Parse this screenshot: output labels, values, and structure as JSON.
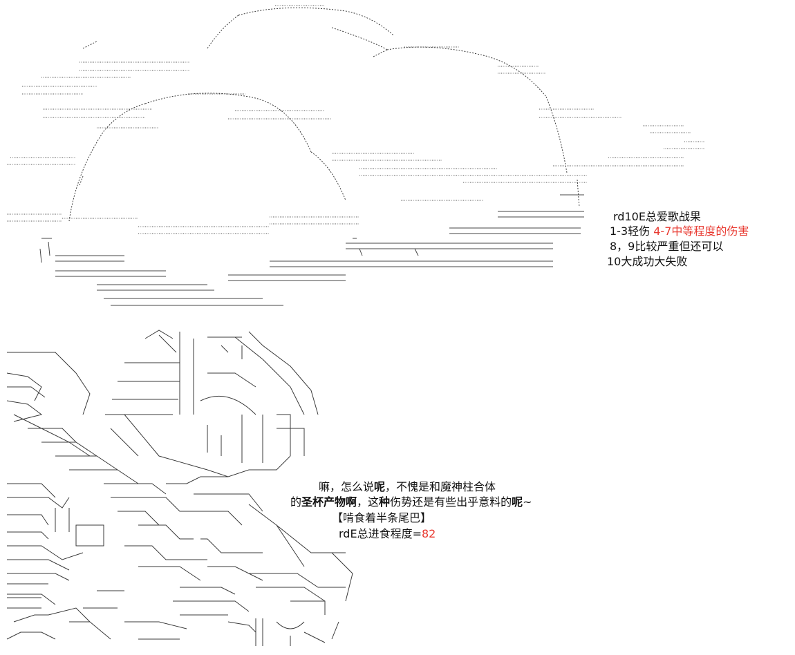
{
  "result_box": {
    "line1": "rd10E总爱歌战果",
    "line2_prefix": "1-3轻伤 ",
    "line2_red": "4-7中等程度的伤害",
    "line3": "8，9比较严重但还可以",
    "line4": "10大成功大失败"
  },
  "speech": {
    "line1_a": "嘛，怎么说",
    "line1_b": "呢",
    "line1_c": "，不愧是和魔神柱合体",
    "line2_a": "的",
    "line2_b": "圣杯产物啊",
    "line2_c": "，这",
    "line2_d": "种",
    "line2_e": "伤势还是有些出乎意料的",
    "line2_f": "呢",
    "line2_g": "~",
    "line3": "【啃食着半条尾巴】",
    "line4_prefix": "rdE总进食程度=",
    "line4_red": "82"
  },
  "colors": {
    "text": "#111111",
    "highlight": "#e8382f",
    "art": "#3a3a3a"
  }
}
